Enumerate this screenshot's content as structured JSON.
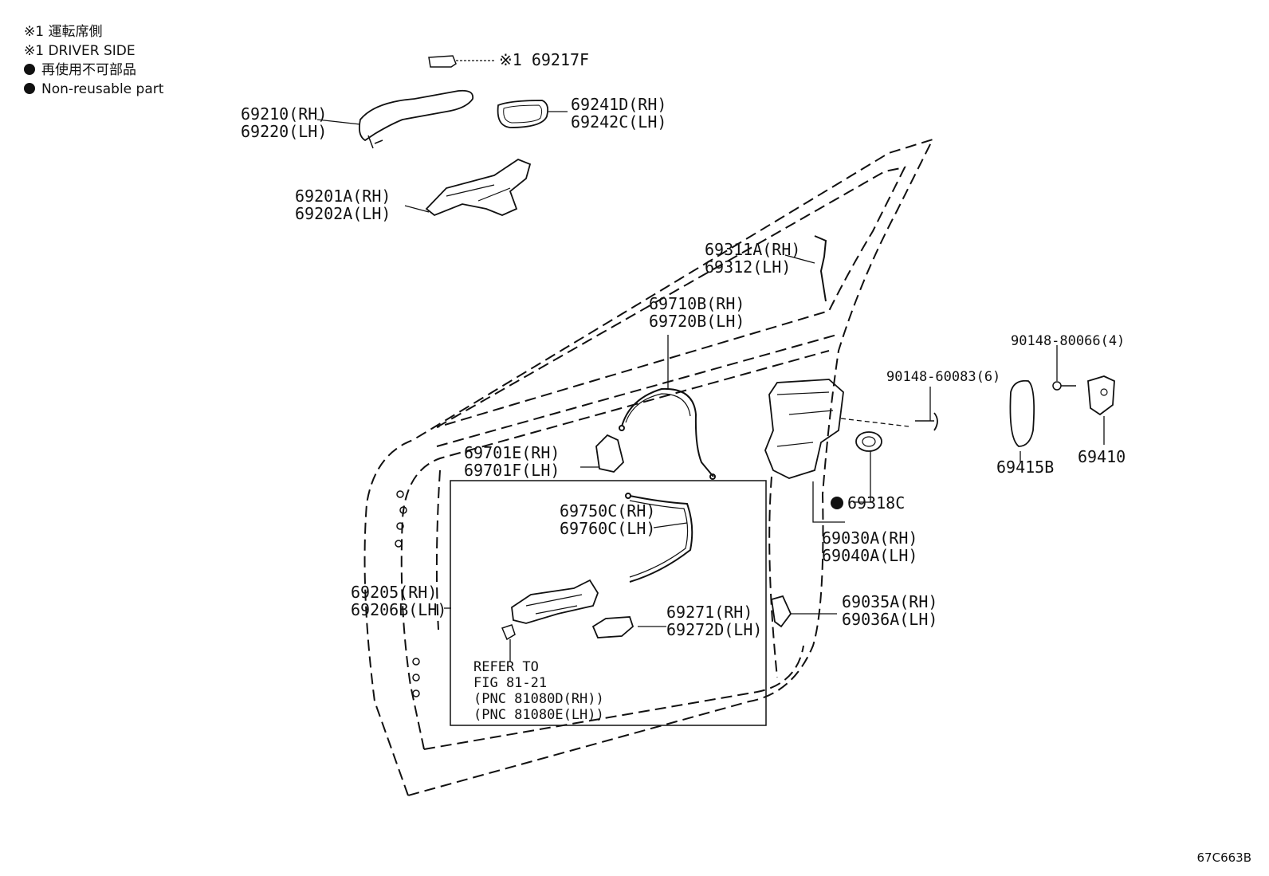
{
  "legend": {
    "line1": "※1 運転席側",
    "line2": "※1 DRIVER SIDE",
    "line3": "再使用不可部品",
    "line4": "Non-reusable part"
  },
  "footer_code": "67C663B",
  "labels": {
    "p69217f": "※1 69217F",
    "p69210": "69210(RH)",
    "p69220": "69220(LH)",
    "p69241d": "69241D(RH)",
    "p69242c": "69242C(LH)",
    "p69201a": "69201A(RH)",
    "p69202a": "69202A(LH)",
    "p69311a": "69311A(RH)",
    "p69312": "69312(LH)",
    "p69710b": "69710B(RH)",
    "p69720b": "69720B(LH)",
    "p90148_80066": "90148-80066(4)",
    "p90148_60083": "90148-60083(6)",
    "p69415b": "69415B",
    "p69410": "69410",
    "p69701e": "69701E(RH)",
    "p69701f": "69701F(LH)",
    "p69318c": "69318C",
    "p69750c": "69750C(RH)",
    "p69760c": "69760C(LH)",
    "p69030a": "69030A(RH)",
    "p69040a": "69040A(LH)",
    "p69205": "69205(RH)",
    "p69206b": "69206B(LH)",
    "p69271": "69271(RH)",
    "p69272d": "69272D(LH)",
    "p69035a": "69035A(RH)",
    "p69036a": "69036A(LH)",
    "ref1": "REFER TO",
    "ref2": "FIG 81-21",
    "ref3": "(PNC 81080D(RH))",
    "ref4": "(PNC 81080E(LH))"
  }
}
